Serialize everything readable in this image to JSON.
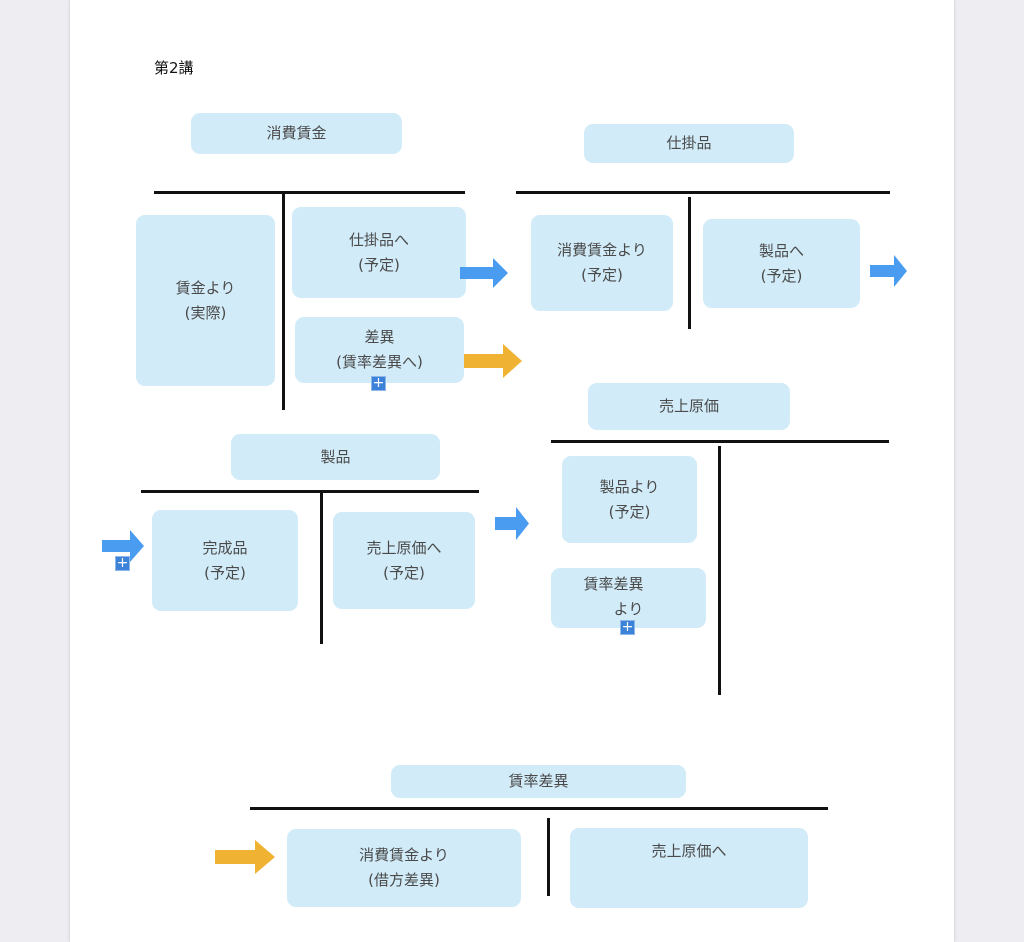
{
  "page": {
    "title": "第2講"
  },
  "accounts": {
    "consumed_wages": {
      "header": "消費賃金",
      "debit": {
        "lines": [
          "賃金より",
          "(実際)"
        ]
      },
      "credit_1": {
        "lines": [
          "仕掛品へ",
          "(予定)"
        ]
      },
      "credit_2": {
        "lines": [
          "差異",
          "(賃率差異へ)"
        ]
      }
    },
    "wip": {
      "header": "仕掛品",
      "debit": {
        "lines": [
          "消費賃金より",
          "(予定)"
        ]
      },
      "credit": {
        "lines": [
          "製品へ",
          "(予定)"
        ]
      }
    },
    "products": {
      "header": "製品",
      "debit": {
        "lines": [
          "完成品",
          "(予定)"
        ]
      },
      "credit": {
        "lines": [
          "売上原価へ",
          "(予定)"
        ]
      }
    },
    "cogs": {
      "header": "売上原価",
      "debit_1": {
        "lines": [
          "製品より",
          "(予定)"
        ]
      },
      "debit_2": {
        "lines": [
          "賃率差異",
          "より"
        ]
      }
    },
    "rate_variance": {
      "header": "賃率差異",
      "debit": {
        "lines": [
          "消費賃金より",
          "(借方差異)"
        ]
      },
      "credit": {
        "lines": [
          "売上原価へ"
        ]
      }
    }
  },
  "colors": {
    "box_fill": "#d1ebf8",
    "blue_arrow": "#4a9cf0",
    "orange_arrow": "#f0b233",
    "plus_button": "#3d82d9"
  },
  "icons": {
    "plus": "plus-icon",
    "arrow": "arrow-right-icon"
  },
  "plus_symbol": "+"
}
